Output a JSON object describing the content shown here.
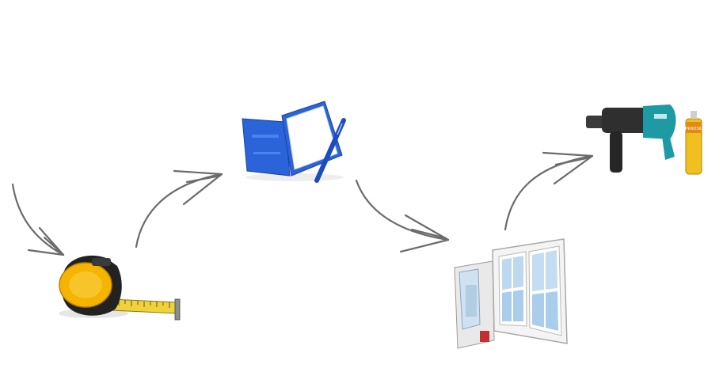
{
  "steps": [
    {
      "id": "measure",
      "icon": "tape-measure-icon"
    },
    {
      "id": "plan",
      "icon": "notebook-pen-icon"
    },
    {
      "id": "window",
      "icon": "pvc-window-icon"
    },
    {
      "id": "install",
      "icon": "drill-and-foam-icon"
    }
  ],
  "colors": {
    "arrow": "#6b6b6b",
    "tape_yellow": "#f4b400",
    "notebook_blue": "#2a64d8",
    "drill_teal": "#1d9aa3",
    "foam_orange": "#e38a10"
  },
  "foam_can": {
    "brand_label": "PENOSIL"
  }
}
